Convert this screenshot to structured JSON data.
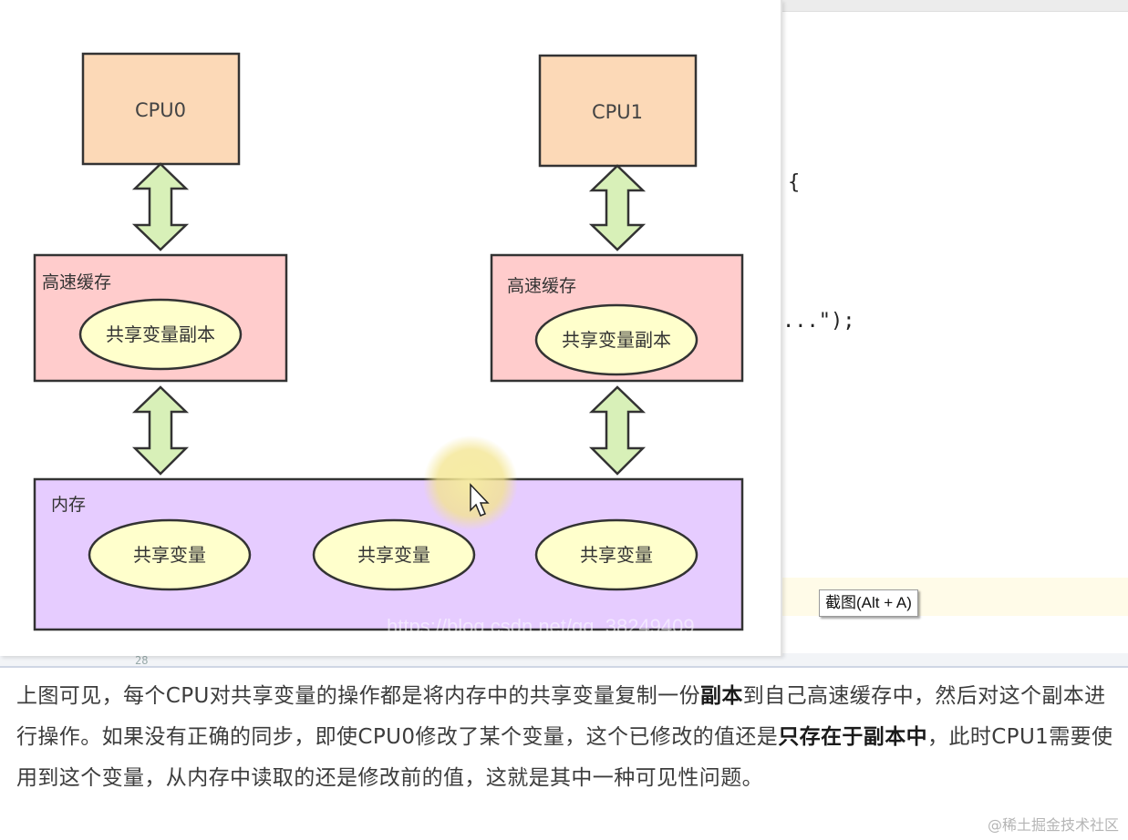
{
  "diagram": {
    "cpu_left": "CPU0",
    "cpu_right": "CPU1",
    "cache_left_label": "高速缓存",
    "cache_right_label": "高速缓存",
    "cache_left_copy": "共享变量副本",
    "cache_right_copy": "共享变量副本",
    "memory_label": "内存",
    "memory_vars": [
      "共享变量",
      "共享变量",
      "共享变量"
    ],
    "watermark": "https://blog.csdn.net/qq_38249409",
    "colors": {
      "cpu": "#fcd9b7",
      "cache": "#ffcccc",
      "memory": "#e6ccff",
      "ellipse": "#ffffcc",
      "arrow": "#d8f0b8"
    }
  },
  "editor": {
    "code_brace": "{",
    "code_line": "...\");",
    "line_number": "28",
    "tooltip": "截图(Alt + A)"
  },
  "article": {
    "p1": "上图可见，每个CPU对共享变量的操作都是将内存中的共享变量复制一份",
    "p1_bold": "副本",
    "p2": "到自己高速缓存中，然后对这个副本进行操作。如果没有正确的同步，即使CPU0修改了某个变量，这个已修改的值还是",
    "p2_bold": "只存在于副本中",
    "p3": "，此时CPU1需要使用到这个变量，从内存中读取的还是修改前的值，这就是其中一种可见性问题。"
  },
  "footer": {
    "site_mark": "@稀土掘金技术社区"
  }
}
